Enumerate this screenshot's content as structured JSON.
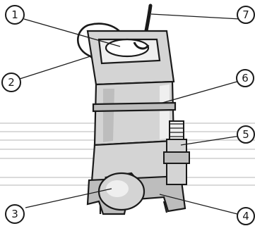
{
  "figure": {
    "callouts": [
      {
        "num": "1"
      },
      {
        "num": "2"
      },
      {
        "num": "3"
      },
      {
        "num": "4"
      },
      {
        "num": "5"
      },
      {
        "num": "6"
      },
      {
        "num": "7"
      }
    ],
    "colors": {
      "line": "#1a1a1a",
      "pump_body": "#d4d4d4",
      "pump_light": "#efefef",
      "pump_mid": "#bdbdbd",
      "pump_dark": "#7a7a7a",
      "cable": "#1a1a1a",
      "background_stripe": "#c4c4c4"
    }
  }
}
